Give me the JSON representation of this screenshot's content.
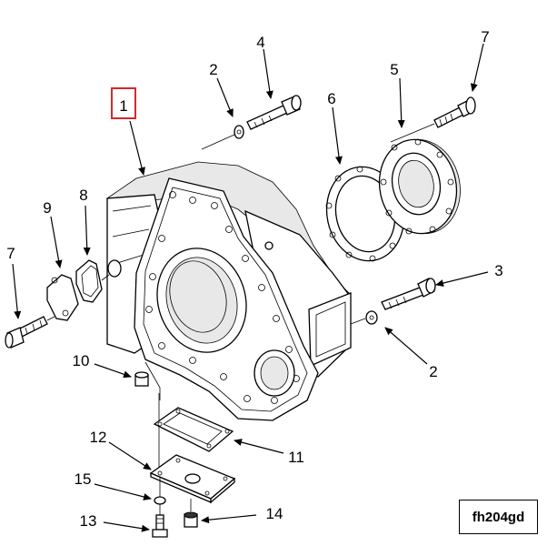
{
  "callouts": {
    "c1": "1",
    "c2a": "2",
    "c2b": "2",
    "c3": "3",
    "c4": "4",
    "c5": "5",
    "c6": "6",
    "c7a": "7",
    "c7b": "7",
    "c8": "8",
    "c9": "9",
    "c10": "10",
    "c11": "11",
    "c12": "12",
    "c13": "13",
    "c14": "14",
    "c15": "15"
  },
  "highlight_color": "#d42a2a",
  "figure_code": "fh204gd"
}
